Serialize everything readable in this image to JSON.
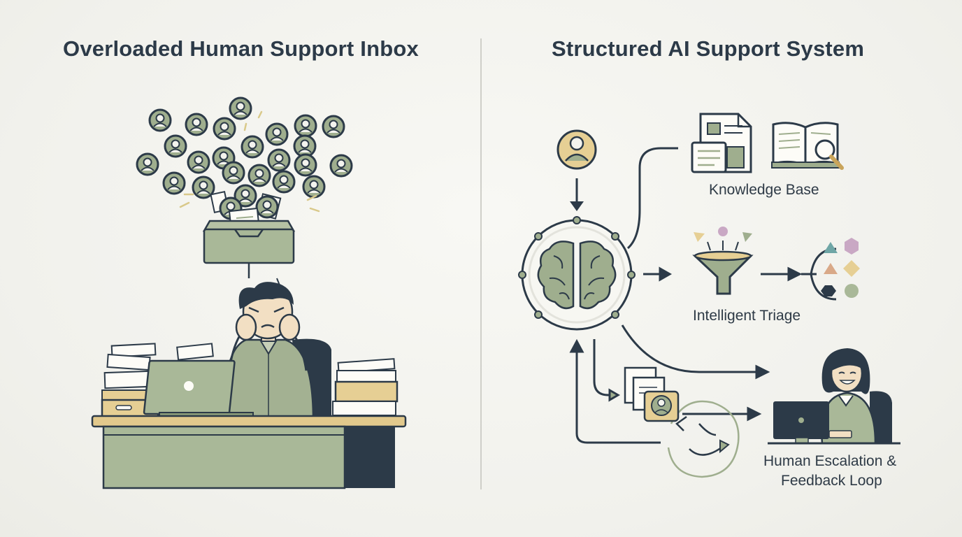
{
  "left_panel": {
    "title": "Overloaded Human Support Inbox"
  },
  "right_panel": {
    "title": "Structured AI Support System",
    "steps": {
      "knowledge_base": "Knowledge Base",
      "intelligent_triage": "Intelligent Triage",
      "human_escalation_line1": "Human Escalation &",
      "human_escalation_line2": "Feedback Loop"
    }
  },
  "colors": {
    "sage": "#9fae8e",
    "sage_dark": "#8a9b78",
    "navy": "#2c3a48",
    "tan": "#e6cf94",
    "gold": "#c9a45a",
    "background": "#f3f3ee"
  }
}
